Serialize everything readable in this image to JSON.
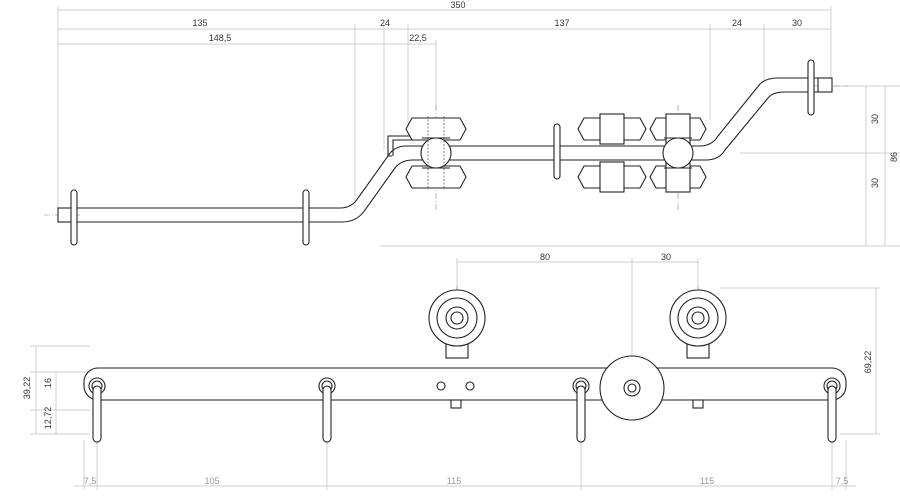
{
  "top_view": {
    "dims_horizontal": {
      "total": "350",
      "left_straight": "135",
      "left_bend": "24",
      "middle_straight": "137",
      "right_bend": "24",
      "right_end": "30",
      "left_to_carriage": "148,5",
      "carriage_offset": "22,5"
    },
    "dims_vertical": {
      "upper_offset": "30",
      "lower_offset": "30",
      "total_height": "86"
    }
  },
  "bottom_view": {
    "dims_horizontal": {
      "wheel_spacing": "80",
      "wheel_to_guide": "30",
      "left_edge": "7,5",
      "span_left": "105",
      "span_mid": "115",
      "span_right": "115",
      "right_edge": "7,5"
    },
    "dims_vertical": {
      "left_total": "39,22",
      "left_upper": "16",
      "left_lower": "12,72",
      "right_total": "69,22"
    }
  }
}
